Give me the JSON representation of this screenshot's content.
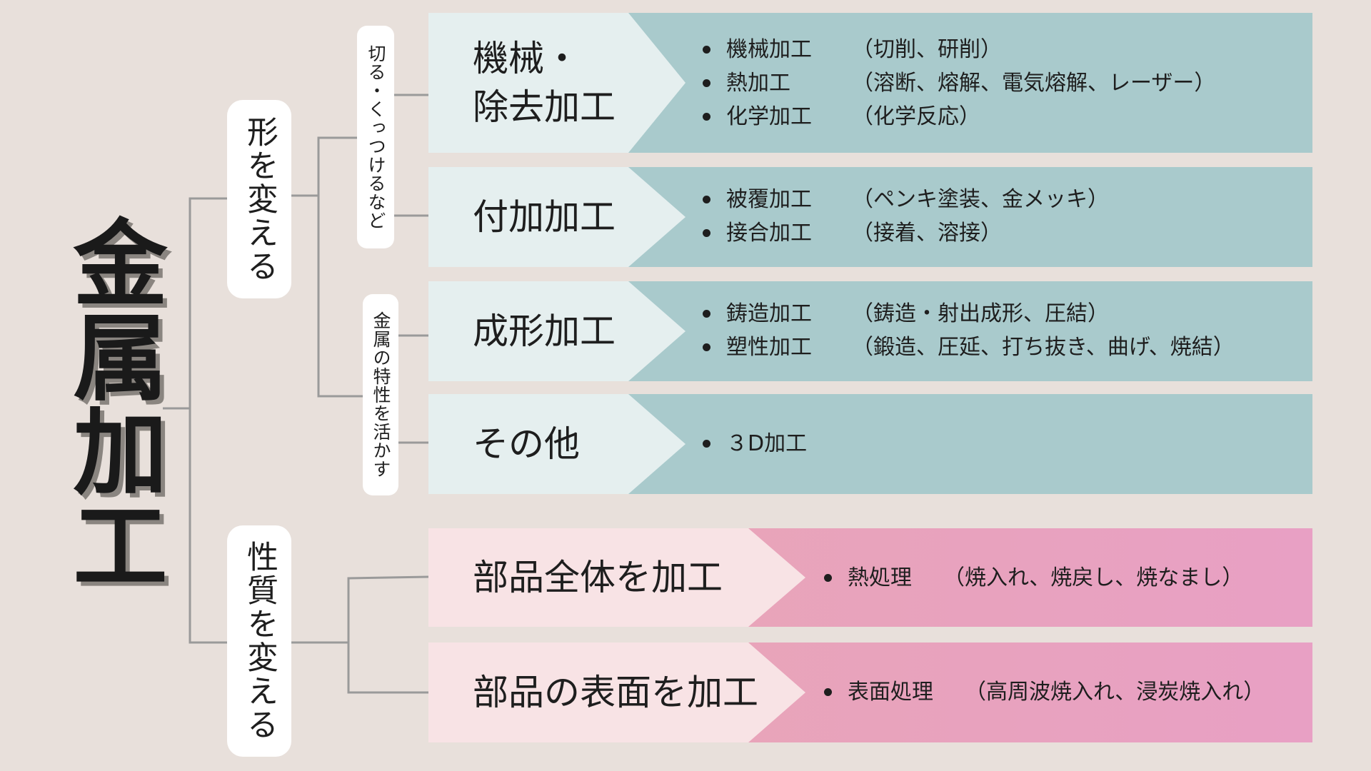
{
  "title": "金属加工",
  "categories": [
    {
      "label": "形を変える"
    },
    {
      "label": "性質を変える"
    }
  ],
  "subcategories": [
    {
      "label": "切る・くっつけるなど"
    },
    {
      "label": "金属の特性を活かす"
    }
  ],
  "rows": [
    {
      "label_lines": [
        "機械・",
        "除去加工"
      ],
      "items": [
        {
          "name": "機械加工",
          "detail": "（切削、研削）"
        },
        {
          "name": "熱加工",
          "detail": "（溶断、熔解、電気熔解、レーザー）"
        },
        {
          "name": "化学加工",
          "detail": "（化学反応）"
        }
      ]
    },
    {
      "label_lines": [
        "付加加工"
      ],
      "items": [
        {
          "name": "被覆加工",
          "detail": "（ペンキ塗装、金メッキ）"
        },
        {
          "name": "接合加工",
          "detail": "（接着、溶接）"
        }
      ]
    },
    {
      "label_lines": [
        "成形加工"
      ],
      "items": [
        {
          "name": "鋳造加工",
          "detail": "（鋳造・射出成形、圧結）"
        },
        {
          "name": "塑性加工",
          "detail": "（鍛造、圧延、打ち抜き、曲げ、焼結）"
        }
      ]
    },
    {
      "label_lines": [
        "その他"
      ],
      "items": [
        {
          "name": "３D加工",
          "detail": ""
        }
      ]
    },
    {
      "label_lines": [
        "部品全体を加工"
      ],
      "items": [
        {
          "name": "熱処理",
          "detail": "（焼入れ、焼戻し、焼なまし）"
        }
      ]
    },
    {
      "label_lines": [
        "部品の表面を加工"
      ],
      "items": [
        {
          "name": "表面処理",
          "detail": "（高周波焼入れ、浸炭焼入れ）"
        }
      ]
    }
  ],
  "colors": {
    "background": "#e8e0db",
    "teal_band": "#a9cacc",
    "teal_chevron": "#e5efef",
    "pink_band_start": "#e9a6b4",
    "pink_band_end": "#e8a0c4",
    "pink_chevron": "#f8e3e5",
    "connector": "#9a9a9a"
  }
}
